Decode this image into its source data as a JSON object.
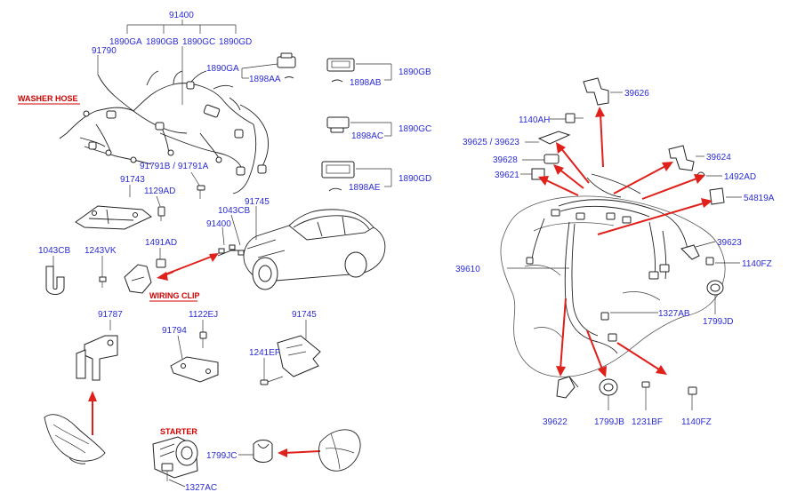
{
  "labels": {
    "p91400_top": "91400",
    "g1890ga": "1890GA",
    "g1890gb": "1890GB",
    "g1890gc": "1890GC",
    "g1890gd": "1890GD",
    "p91790": "91790",
    "washer_hose": "WASHER HOSE",
    "c1890ga": "1890GA",
    "c1898aa": "1898AA",
    "c1890gb": "1890GB",
    "c1898ab": "1898AB",
    "c1890gc": "1890GC",
    "c1898ac": "1898AC",
    "c1890gd": "1890GD",
    "c1898ae": "1898AE",
    "p91791": "91791B / 91791A",
    "p91743": "91743",
    "p1129ad": "1129AD",
    "p91745_car": "91745",
    "p1043cb_car": "1043CB",
    "p91400_car": "91400",
    "p1043cb": "1043CB",
    "p1243vk": "1243VK",
    "p1491ad": "1491AD",
    "wiring_clip": "WIRING CLIP",
    "p91787": "91787",
    "p1122ej": "1122EJ",
    "p91794": "91794",
    "p91745": "91745",
    "p1241ef": "1241EF",
    "starter": "STARTER",
    "p1799jc": "1799JC",
    "p1327ac": "1327AC",
    "p39626": "39626",
    "p1140ah": "1140AH",
    "p39625": "39625 / 39623",
    "p39624": "39624",
    "p39628": "39628",
    "p39621": "39621",
    "p1492ad": "1492AD",
    "p54819a": "54819A",
    "p39610": "39610",
    "p39623": "39623",
    "p1140fz_r": "1140FZ",
    "p1327ab": "1327AB",
    "p1799jd": "1799JD",
    "p39622": "39622",
    "p1799jb": "1799JB",
    "p1231bf": "1231BF",
    "p1140fz_b": "1140FZ"
  }
}
